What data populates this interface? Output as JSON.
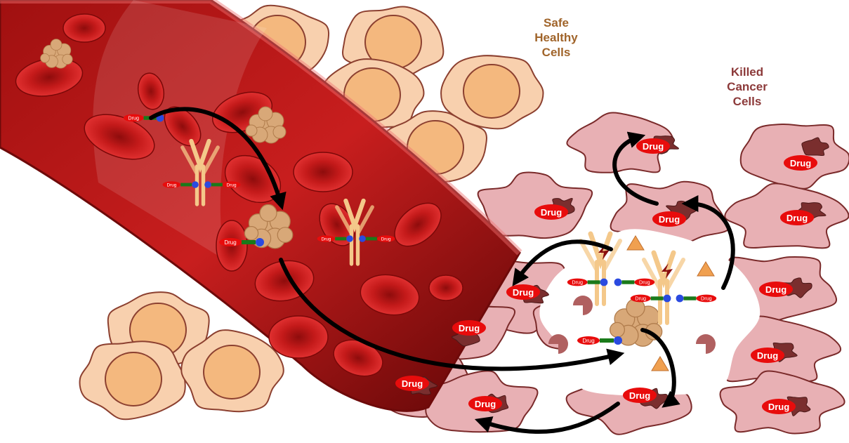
{
  "labels": {
    "healthy": "Safe\nHealthy\nCells",
    "killed": "Killed\nCancer\nCells",
    "drug": "Drug"
  },
  "colors": {
    "healthy_label": "#a0642a",
    "killed_label": "#8c3a3a",
    "healthy_cell_fill": "#f8d0ae",
    "healthy_cell_stroke": "#8c4030",
    "healthy_nucleus": "#f4b87e",
    "cancer_cell_fill": "#e8b0b4",
    "cancer_cell_stroke": "#7a2a2a",
    "cancer_nucleus": "#7a2e2e",
    "vessel_dark": "#6e0a0a",
    "vessel_red": "#c81e1e",
    "rbc": "#b81818",
    "drug_badge": "#e80c0c",
    "drug_text": "#ffffff",
    "antibody": "#f4c88a",
    "linker": "#1a7a1a",
    "conjugation_site": "#2a4ae0",
    "protein": "#d8a878",
    "arrow": "#000000",
    "receptor_wedge": "#b06060",
    "antigen_triangle": "#f0a050"
  },
  "icons": [
    "antibody-drug-conjugate-icon",
    "plasma-protein-icon",
    "red-blood-cell-icon",
    "target-receptor-icon",
    "antigen-icon",
    "pathway-arrow-icon"
  ]
}
